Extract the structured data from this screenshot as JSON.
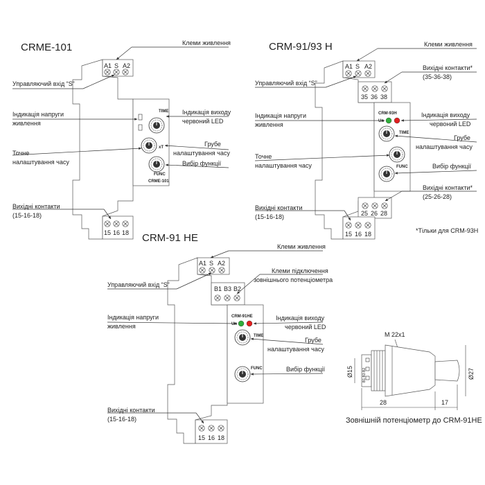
{
  "devices": {
    "crme101": {
      "title": "CRME-101",
      "terminals_top": [
        "A1",
        "S",
        "A2"
      ],
      "terminals_bottom": [
        "15",
        "16",
        "18"
      ],
      "face_label": "CRME-101",
      "time_label": "TIME",
      "xt_label": "xT",
      "func_label": "FUNC",
      "callouts": {
        "power_terminals": "Клеми живлення",
        "control_input": "Управляючий вхід “S”",
        "power_indication_1": "Індикація напруги",
        "power_indication_2": "живлення",
        "output_indication_1": "Індикація виходу",
        "output_indication_2": "червоний LED",
        "fine_time_1": "Точне",
        "fine_time_2": "налаштування часу",
        "coarse_time_1": "Грубе",
        "coarse_time_2": "налаштування часу",
        "function_select": "Вибір функції",
        "output_contacts_1": "Вихідні контакти",
        "output_contacts_2": "(15-16-18)"
      }
    },
    "crm9193h": {
      "title": "CRM-91/93 H",
      "terminals_top": [
        "A1",
        "S",
        "A2"
      ],
      "terminals_mid_top": [
        "35",
        "36",
        "38"
      ],
      "terminals_mid_bottom": [
        "25",
        "26",
        "28"
      ],
      "terminals_bottom": [
        "15",
        "16",
        "18"
      ],
      "face_label": "CRM-93H",
      "un_label": "Un",
      "time_label": "TIME",
      "func_label": "FUNC",
      "callouts": {
        "power_terminals": "Клеми живлення",
        "output_contacts_top_1": "Вихідні контакти*",
        "output_contacts_top_2": "(35-36-38)",
        "control_input": "Управляючий вхід “S”",
        "power_indication_1": "Індикація напруги",
        "power_indication_2": "живлення",
        "output_indication_1": "Індикація виходу",
        "output_indication_2": "червоний LED",
        "coarse_time_1": "Грубе",
        "coarse_time_2": "налаштування часу",
        "fine_time_1": "Точне",
        "fine_time_2": "налаштування часу",
        "function_select": "Вибір функції",
        "output_contacts_mid_1": "Вихідні контакти*",
        "output_contacts_mid_2": "(25-26-28)",
        "output_contacts_1": "Вихідні контакти",
        "output_contacts_2": "(15-16-18)",
        "footnote": "*Тільки для CRM-93H"
      }
    },
    "crm91he": {
      "title": "CRM-91 HE",
      "terminals_top": [
        "A1",
        "S",
        "A2"
      ],
      "terminals_pot": [
        "B1",
        "B3",
        "B2"
      ],
      "terminals_bottom": [
        "15",
        "16",
        "18"
      ],
      "face_label": "CRM-91HE",
      "un_label": "Un",
      "time_label": "TIME",
      "func_label": "FUNC",
      "callouts": {
        "power_terminals": "Клеми живлення",
        "pot_terminals_1": "Клеми підключення",
        "pot_terminals_2": "зовнішнього потенціометра",
        "control_input": "Управляючий вхід “S”",
        "power_indication_1": "Індикація напруги",
        "power_indication_2": "живлення",
        "output_indication_1": "Індикація виходу",
        "output_indication_2": "червоний LED",
        "coarse_time_1": "Грубе",
        "coarse_time_2": "налаштування часу",
        "function_select": "Вибір функції",
        "output_contacts_1": "Вихідні контакти",
        "output_contacts_2": "(15-16-18)"
      }
    }
  },
  "potentiometer": {
    "thread": "M 22x1",
    "dia_left": "Ø15",
    "dia_right": "Ø27",
    "len_body": "28",
    "len_shaft": "17",
    "pins": [
      "B1",
      "B3",
      "B2"
    ],
    "caption": "Зовнішній потенціометр до CRM-91HE"
  },
  "colors": {
    "led_green": "#2fae3a",
    "led_red": "#e02020",
    "line": "#333333"
  }
}
